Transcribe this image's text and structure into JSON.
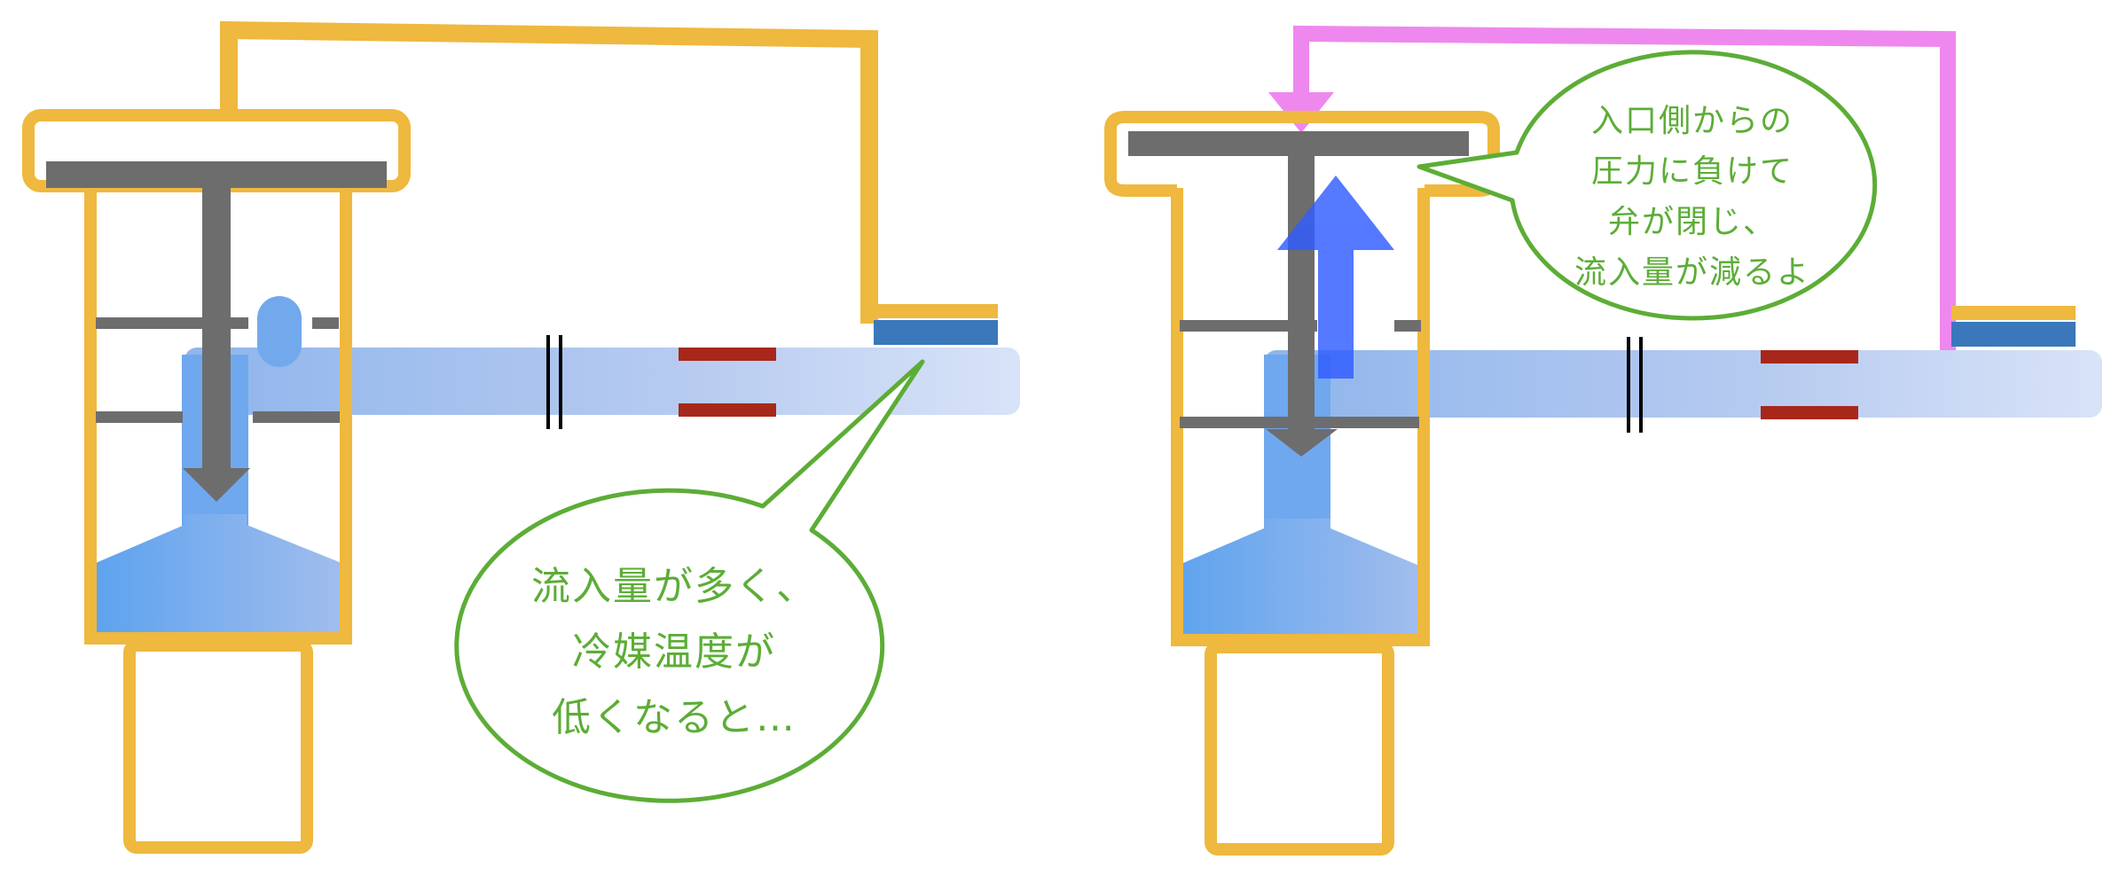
{
  "diagram": {
    "panels": [
      {
        "id": "before",
        "callout_lines": [
          "流入量が多く、",
          "冷媒温度が",
          "低くなると…"
        ]
      },
      {
        "id": "after",
        "callout_lines": [
          "入口側からの",
          "圧力に負けて",
          "弁が閉じ、",
          "流入量が減るよ"
        ]
      }
    ],
    "colors": {
      "valve_body": "#efb83e",
      "stem": "#6d6d6d",
      "refrigerant_start": "#5ea3ee",
      "refrigerant_end": "#d6e2f8",
      "bulb_line_active": "#ee88ee",
      "callout_stroke": "#5cad36",
      "callout_text": "#5cad36",
      "restriction": "#a7281a",
      "sensor_bulb": "#3a78bb",
      "pressure_arrow": "#2f5bff"
    },
    "icons": [
      "down-arrow-icon",
      "up-arrow-icon"
    ]
  }
}
